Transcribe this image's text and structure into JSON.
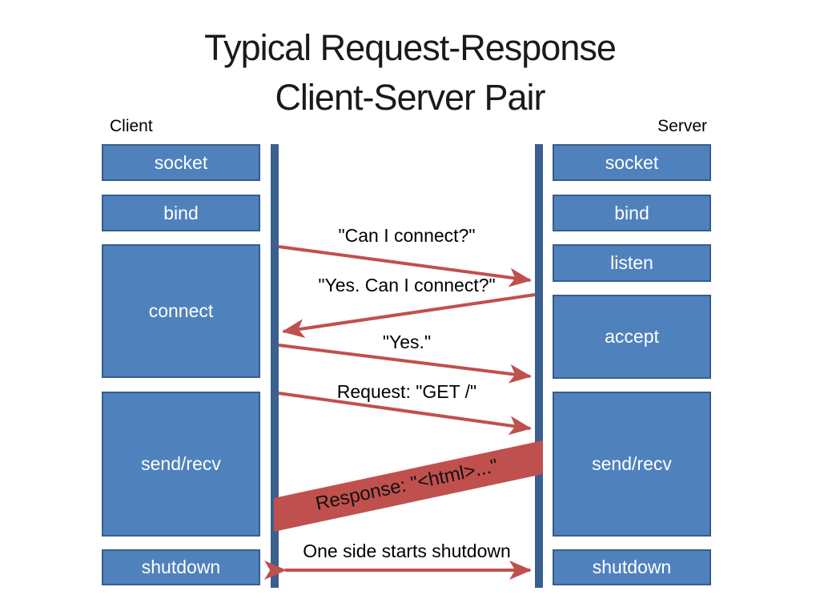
{
  "slide": {
    "title_line1": "Typical Request-Response",
    "title_line2": "Client-Server Pair"
  },
  "client": {
    "label": "Client",
    "boxes": [
      {
        "label": "socket"
      },
      {
        "label": "bind"
      },
      {
        "label": "connect"
      },
      {
        "label": "send/recv"
      },
      {
        "label": "shutdown"
      }
    ]
  },
  "server": {
    "label": "Server",
    "boxes": [
      {
        "label": "socket"
      },
      {
        "label": "bind"
      },
      {
        "label": "listen"
      },
      {
        "label": "accept"
      },
      {
        "label": "send/recv"
      },
      {
        "label": "shutdown"
      }
    ]
  },
  "messages": [
    {
      "text": "\"Can I connect?\"",
      "direction": "client-to-server"
    },
    {
      "text": "\"Yes. Can I connect?\"",
      "direction": "server-to-client"
    },
    {
      "text": "",
      "direction": "client-to-server"
    },
    {
      "text": "Request: \"GET /\"",
      "direction": "client-to-server"
    },
    {
      "text": "Response: \"<html>...\"",
      "direction": "server-to-client"
    },
    {
      "text": "One side starts shutdown",
      "direction": "bidirectional"
    }
  ],
  "colors": {
    "box_fill": "#4F81BD",
    "box_border": "#385D8A",
    "lifeline": "#3B5F8F",
    "arrow_red": "#C0504D",
    "box_text": "#FFFFFF",
    "title_text": "#1A1A1A",
    "label_text": "#000000"
  }
}
